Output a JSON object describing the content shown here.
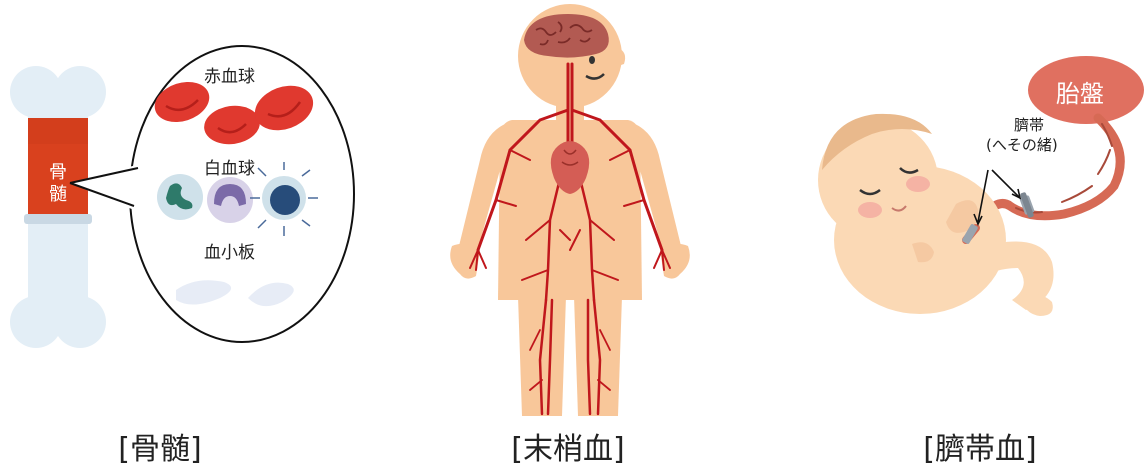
{
  "panels": [
    {
      "caption": "[骨髄]",
      "marrow_label": "骨髄",
      "rbc_label": "赤血球",
      "wbc_label": "白血球",
      "platelet_label": "血小板"
    },
    {
      "caption": "[末梢血]"
    },
    {
      "caption": "[臍帯血]",
      "cord_label": "臍帯",
      "cord_sub_label": "(へその緒)",
      "placenta_label": "胎盤"
    }
  ],
  "colors": {
    "bone": "#e3eef6",
    "marrow": "#d9411e",
    "blood": "#c0171c",
    "skin": "#f8c79a",
    "rbc": "#e0392f",
    "placenta": "#e07060",
    "cord": "#d66a55"
  }
}
